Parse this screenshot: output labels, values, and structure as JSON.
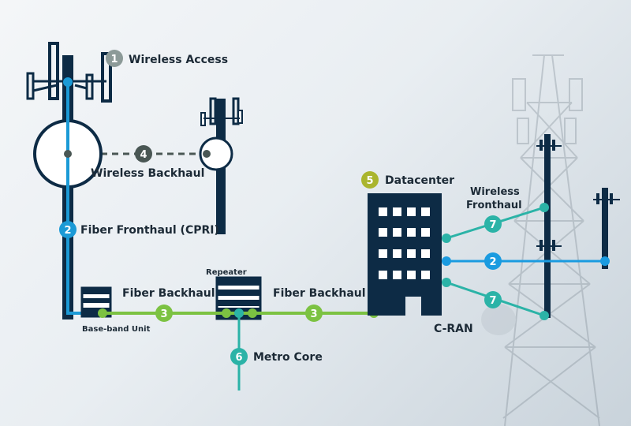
{
  "labels": {
    "wireless_access": "Wireless Access",
    "wireless_backhaul": "Wireless Backhaul",
    "fiber_fronthaul_cpri": "Fiber Fronthaul (CPRI)",
    "fiber_backhaul_left": "Fiber Backhaul",
    "fiber_backhaul_right": "Fiber Backhaul",
    "repeater": "Repeater",
    "base_band_unit": "Base-band Unit",
    "metro_core": "Metro Core",
    "datacenter": "Datacenter",
    "wireless_fronthaul_1": "Wireless",
    "wireless_fronthaul_2": "Fronthaul",
    "c_ran": "C-RAN"
  },
  "badges": {
    "b1": "1",
    "b2a": "2",
    "b2b": "2",
    "b3a": "3",
    "b3b": "3",
    "b4": "4",
    "b5": "5",
    "b6": "6",
    "b7a": "7",
    "b7b": "7"
  },
  "colors": {
    "navy": "#0d2b45",
    "fiber_blue": "#1b9ad6",
    "fiber_green": "#7cc242",
    "teal": "#2bb3a7",
    "olive": "#aab52e",
    "grey_badge": "#8c9a98",
    "dark_badge": "#4a5754",
    "light_blue": "#1a9be0"
  }
}
